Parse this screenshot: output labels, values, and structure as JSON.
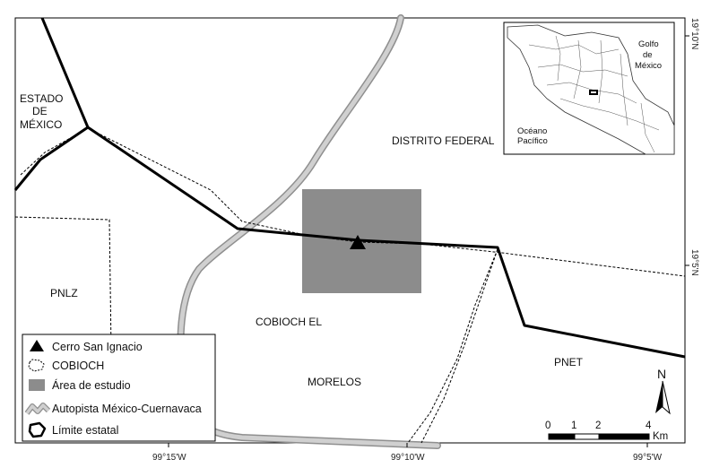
{
  "labels": {
    "estado_line1": "ESTADO",
    "estado_line2": "DE",
    "estado_line3": "MÉXICO",
    "distrito_federal": "DISTRITO FEDERAL",
    "pnlz": "PNLZ",
    "cobioch_el": "COBIOCH EL",
    "morelos": "MORELOS",
    "pnet": "PNET"
  },
  "coords": {
    "lon_1": "99°15'W",
    "lon_2": "99°10'W",
    "lon_3": "99°5'W",
    "lat_1": "19°10'N",
    "lat_2": "19°5'N"
  },
  "inset": {
    "golfo_line1": "Golfo",
    "golfo_line2": "de",
    "golfo_line3": "México",
    "oceano_line1": "Océano",
    "oceano_line2": "Pacífico"
  },
  "legend": {
    "items": [
      {
        "label": "Cerro San Ignacio",
        "icon": "triangle-icon"
      },
      {
        "label": "COBIOCH",
        "icon": "dashed-outline-icon"
      },
      {
        "label": "Área de estudio",
        "icon": "gray-area-icon"
      },
      {
        "label": "Autopista México-Cuernavaca",
        "icon": "highway-icon"
      },
      {
        "label": "Límite estatal",
        "icon": "state-boundary-icon"
      }
    ]
  },
  "scale": {
    "ticks": [
      "0",
      "1",
      "2",
      "4"
    ],
    "unit": "Km"
  },
  "north": "N",
  "colors": {
    "study_area": "#8c8c8c",
    "highway": "#bfbfbf",
    "boundary": "#000000"
  }
}
